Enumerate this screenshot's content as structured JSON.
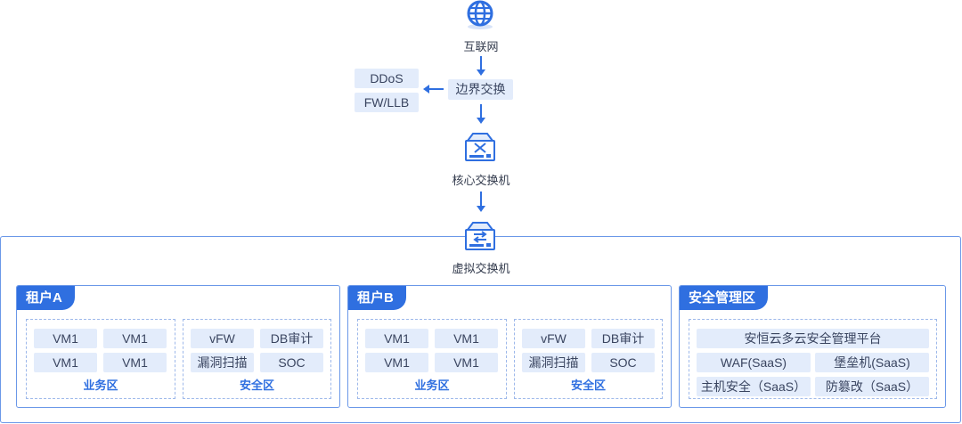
{
  "nodes": {
    "internet": "互联网",
    "border_switch": "边界交换",
    "ddos": "DDoS",
    "fw_llb": "FW/LLB",
    "core_switch": "核心交换机",
    "virtual_switch": "虚拟交换机"
  },
  "tenant_a": {
    "title": "租户A",
    "business_zone": {
      "title": "业务区",
      "items": [
        "VM1",
        "VM1",
        "VM1",
        "VM1"
      ]
    },
    "security_zone": {
      "title": "安全区",
      "items": [
        "vFW",
        "DB审计",
        "漏洞扫描",
        "SOC"
      ]
    }
  },
  "tenant_b": {
    "title": "租户B",
    "business_zone": {
      "title": "业务区",
      "items": [
        "VM1",
        "VM1",
        "VM1",
        "VM1"
      ]
    },
    "security_zone": {
      "title": "安全区",
      "items": [
        "vFW",
        "DB审计",
        "漏洞扫描",
        "SOC"
      ]
    }
  },
  "security_mgmt": {
    "title": "安全管理区",
    "platform": "安恒云多云安全管理平台",
    "items": [
      "WAF(SaaS)",
      "堡垒机(SaaS)",
      "主机安全（SaaS）",
      "防篡改（SaaS）"
    ]
  },
  "colors": {
    "accent": "#2f6fe0",
    "chip": "#e3ecfb",
    "border": "#6b98e8"
  }
}
